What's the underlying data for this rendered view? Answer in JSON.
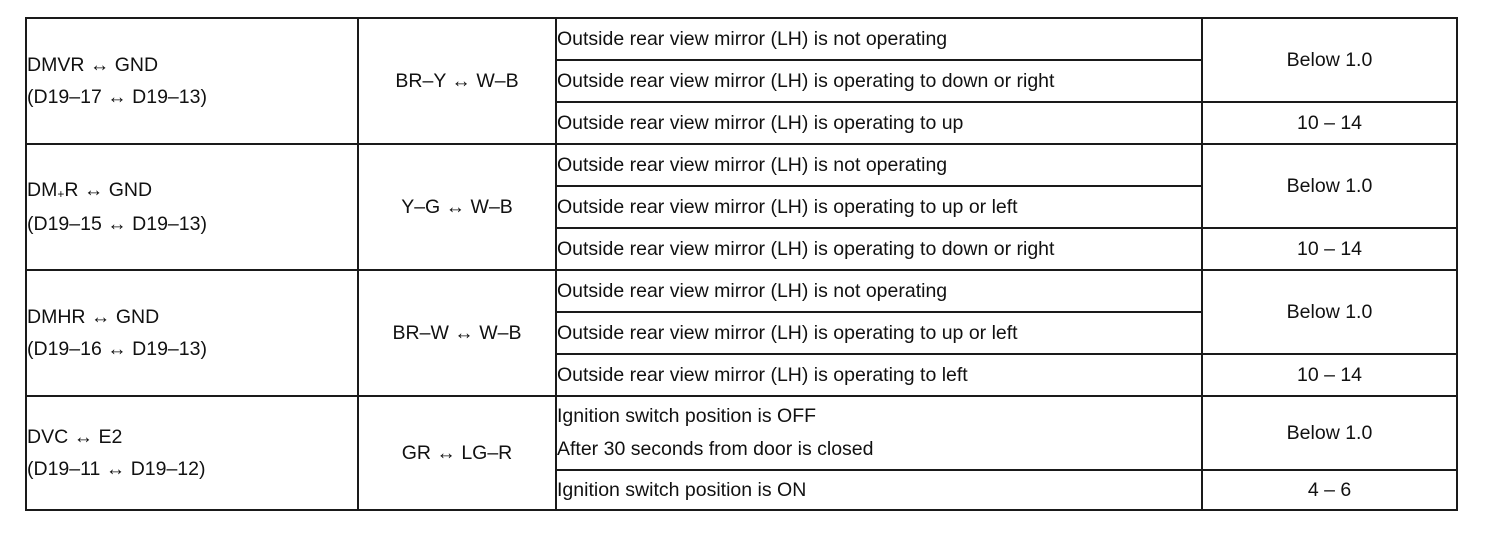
{
  "rows": [
    {
      "terminal_line1": "DMVR ↔ GND",
      "terminal_line2": "(D19–17 ↔ D19–13)",
      "wire": "BR–Y ↔ W–B",
      "conditions": [
        "Outside rear view mirror (LH) is not operating",
        "Outside rear view mirror (LH) is operating to down or right",
        "Outside rear view mirror (LH) is operating to up"
      ],
      "spec_a": "Below 1.0",
      "spec_b": "10 – 14"
    },
    {
      "terminal_line1_a": "DM",
      "terminal_line1_sub": "+",
      "terminal_line1_b": "R ↔ GND",
      "terminal_line2": "(D19–15 ↔ D19–13)",
      "wire": "Y–G ↔ W–B",
      "conditions": [
        "Outside rear view mirror (LH) is not operating",
        "Outside rear view mirror (LH) is operating to up or left",
        "Outside rear view mirror (LH) is operating to down or right"
      ],
      "spec_a": "Below 1.0",
      "spec_b": "10 – 14"
    },
    {
      "terminal_line1": "DMHR ↔ GND",
      "terminal_line2": "(D19–16 ↔ D19–13)",
      "wire": "BR–W ↔ W–B",
      "conditions": [
        "Outside rear view mirror (LH) is not operating",
        "Outside rear view mirror (LH) is operating to up or left",
        "Outside rear view mirror (LH) is operating to left"
      ],
      "spec_a": "Below 1.0",
      "spec_b": "10 – 14"
    },
    {
      "terminal_line1": "DVC ↔ E2",
      "terminal_line2": "(D19–11 ↔ D19–12)",
      "wire": "GR ↔ LG–R",
      "condition_a_line1": "Ignition switch position is OFF",
      "condition_a_line2": "After 30 seconds from door is closed",
      "condition_b": "Ignition switch position is ON",
      "spec_a": "Below 1.0",
      "spec_b": "4 – 6"
    }
  ]
}
